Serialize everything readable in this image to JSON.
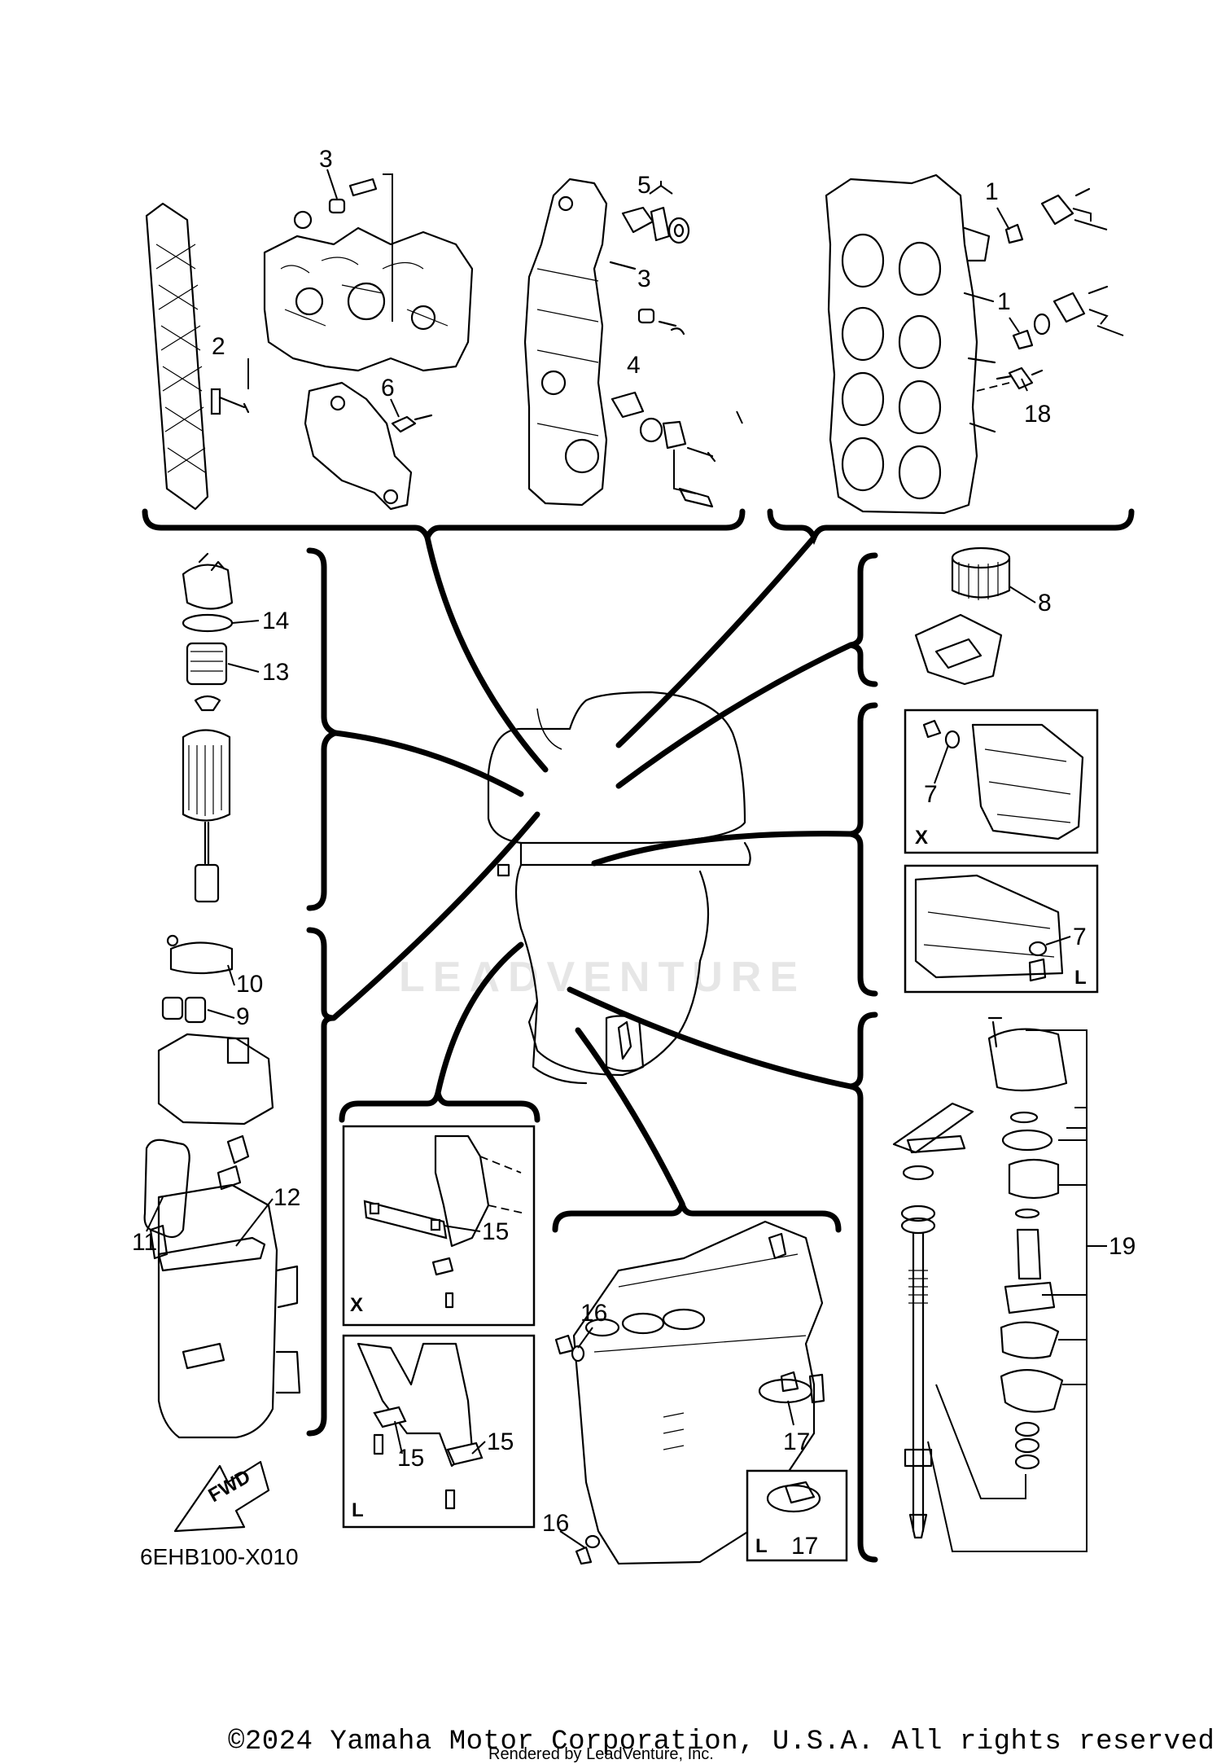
{
  "callouts": {
    "c1a": "1",
    "c1b": "1",
    "c2": "2",
    "c3a": "3",
    "c3b": "3",
    "c4": "4",
    "c5": "5",
    "c6": "6",
    "c7a": "7",
    "c7b": "7",
    "c8": "8",
    "c9": "9",
    "c10": "10",
    "c11": "11",
    "c12": "12",
    "c13": "13",
    "c14": "14",
    "c15a": "15",
    "c15b": "15",
    "c15c": "15",
    "c16a": "16",
    "c16b": "16",
    "c17a": "17",
    "c17b": "17",
    "c18": "18",
    "c19": "19"
  },
  "inset_letters": {
    "x_top": "X",
    "l_top": "L",
    "x_bracket": "X",
    "l_bracket": "L",
    "l_anode": "L"
  },
  "fwd_label": "FWD",
  "diagram_code": "6EHB100-X010",
  "watermark": "LEADVENTURE",
  "copyright": "©2024 Yamaha Motor Corporation, U.S.A. All rights reserved.",
  "rendered_by": "Rendered by LeadVenture, Inc."
}
